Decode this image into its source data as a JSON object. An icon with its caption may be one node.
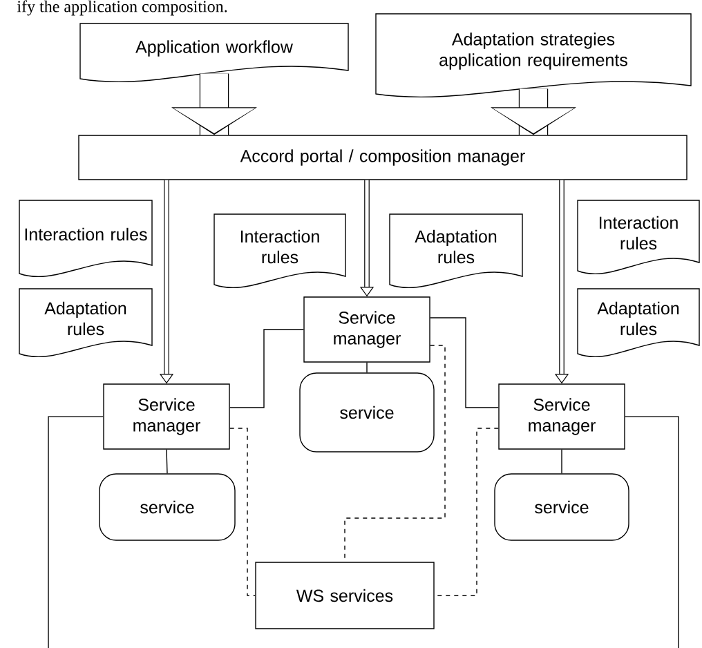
{
  "diagram": {
    "nodes": [
      {
        "text": [
          "Application workflow"
        ]
      },
      {
        "text": [
          "Adaptation strategies application requirements"
        ]
      },
      {
        "text": [
          "Accord portal / composition manager"
        ]
      },
      {
        "text": [
          "Interaction rules"
        ]
      },
      {
        "text": [
          "Adaptation rules"
        ]
      },
      {
        "text": [
          "Interaction rules"
        ]
      },
      {
        "text": [
          "Adaptation rules"
        ]
      },
      {
        "text": [
          "Service manager"
        ]
      },
      {
        "text": [
          "service"
        ]
      },
      {
        "text": [
          "Interaction rules"
        ]
      },
      {
        "text": [
          "Adaptation rules"
        ]
      },
      {
        "text": [
          "Service manager"
        ]
      },
      {
        "text": [
          "service"
        ]
      },
      {
        "text": [
          "Service manager"
        ]
      },
      {
        "text": [
          "service"
        ]
      },
      {
        "text": [
          "WS services"
        ]
      }
    ],
    "edges": [
      {
        "from": 0,
        "to": 2,
        "arrow": "to",
        "style": "thick"
      },
      {
        "from": 1,
        "to": 2,
        "arrow": "to",
        "style": "thick"
      },
      {
        "from": 2,
        "to": 11,
        "arrow": "to",
        "style": "thick"
      },
      {
        "from": 2,
        "to": 7,
        "arrow": "to",
        "style": "thick"
      },
      {
        "from": 2,
        "to": 13,
        "arrow": "to",
        "style": "thick"
      },
      {
        "from": 7,
        "to": 8,
        "arrow": "none"
      },
      {
        "from": 11,
        "to": 12,
        "arrow": "none"
      },
      {
        "from": 13,
        "to": 14,
        "arrow": "none"
      },
      {
        "from": 7,
        "to": 11,
        "arrow": "none"
      },
      {
        "from": 7,
        "to": 13,
        "arrow": "none"
      },
      {
        "from": 11,
        "to": 15,
        "arrow": "none",
        "style": "dashed"
      },
      {
        "from": 7,
        "to": 15,
        "arrow": "none",
        "style": "dashed"
      },
      {
        "from": 13,
        "to": 15,
        "arrow": "none",
        "style": "dashed"
      },
      {
        "from": 11,
        "to": null,
        "arrow": "none"
      },
      {
        "from": 13,
        "to": null,
        "arrow": "none"
      }
    ],
    "labels": [
      "ify the application composition."
    ]
  }
}
